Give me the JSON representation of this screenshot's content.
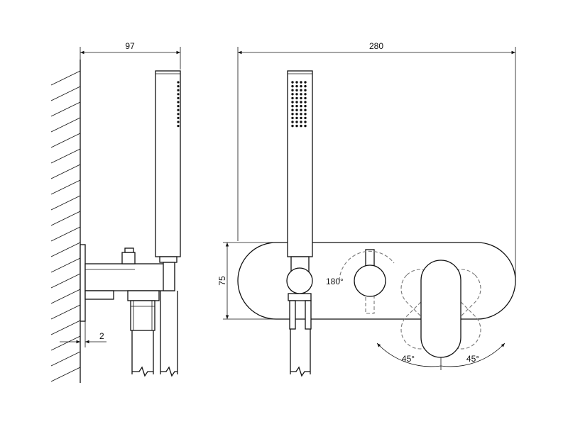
{
  "dimensions": {
    "side_depth": "97",
    "front_width": "280",
    "panel_height": "75",
    "wall_gap": "2"
  },
  "angles": {
    "diverter_rotation": "180°",
    "lever_left": "45°",
    "lever_right": "45°"
  }
}
